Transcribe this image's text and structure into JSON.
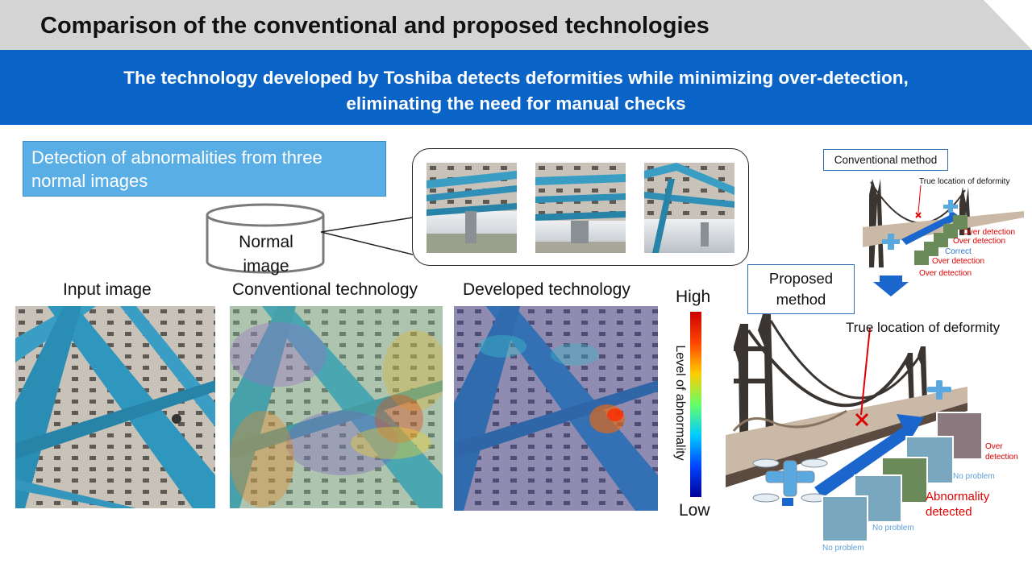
{
  "header": {
    "title": "Comparison of the conventional and proposed technologies",
    "subtitle_line1": "The technology developed by Toshiba detects deformities while minimizing over-detection,",
    "subtitle_line2": "eliminating the need for manual checks"
  },
  "detection_box": {
    "text": "Detection of abnormalities from three normal images"
  },
  "database": {
    "label_line1": "Normal",
    "label_line2": "image"
  },
  "columns": {
    "input": "Input image",
    "conventional": "Conventional technology",
    "developed": "Developed technology"
  },
  "scale": {
    "high": "High",
    "low": "Low",
    "title": "Level of abnormality",
    "colors": [
      "#cc0000",
      "#ff4400",
      "#ffcc00",
      "#66ff66",
      "#00ccff",
      "#0044ff",
      "#000099"
    ]
  },
  "conventional_panel": {
    "label": "Conventional method",
    "true_location": "True location of deformity",
    "annotations": [
      "Over detection",
      "Over detection",
      "Correct",
      "Over detection",
      "Over detection"
    ]
  },
  "proposed_panel": {
    "label": "Proposed method",
    "true_location": "True location of deformity",
    "over_detection_line1": "Over",
    "over_detection_line2": "detection",
    "abnormality_line1": "Abnormality",
    "abnormality_line2": "detected",
    "no_problem": [
      "No problem",
      "No problem",
      "No problem"
    ]
  },
  "colors": {
    "title_band": "#d4d4d4",
    "subtitle_band": "#0a64c8",
    "detect_box": "#5aaee6",
    "arrow": "#1a66cc",
    "alert_red": "#e00000",
    "girder": "#3a9ec4"
  }
}
